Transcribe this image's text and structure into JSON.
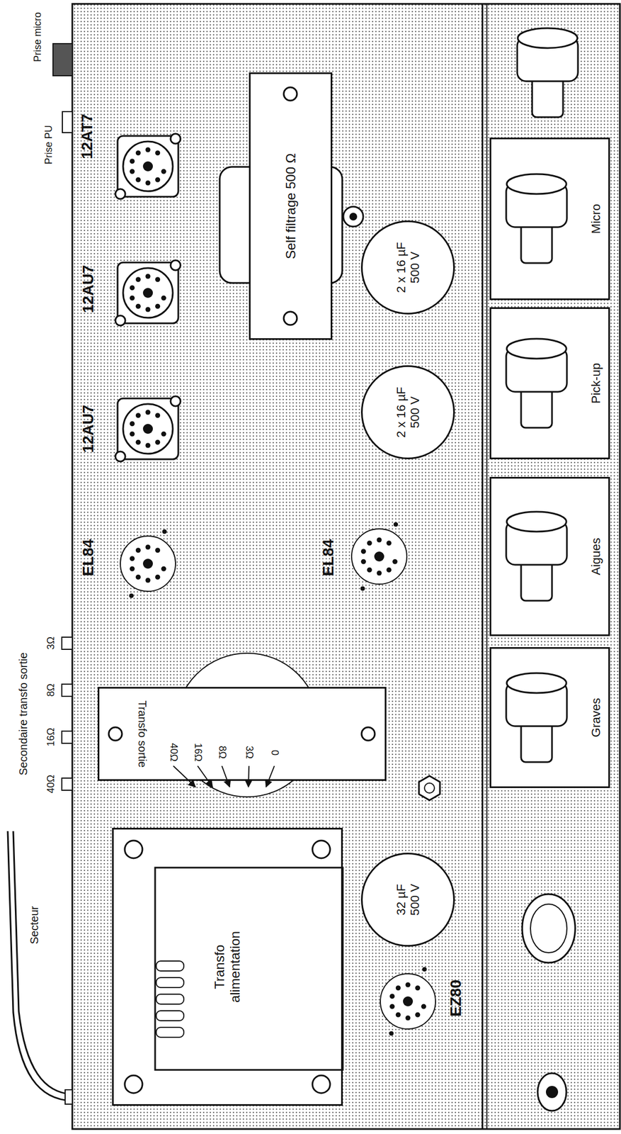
{
  "diagram": {
    "nodes": [
      {
        "text": [
          "Self filtrage 500 Ω"
        ]
      },
      {
        "text": [
          "2 x 16 µF 500 V"
        ]
      },
      {
        "text": [
          "2 x 16 µF 500 V"
        ]
      },
      {
        "text": [
          "Transfo sortie"
        ]
      },
      {
        "text": [
          "32 µF 500 V"
        ]
      },
      {
        "text": [
          "Transfo alimentation"
        ]
      },
      {
        "text": [
          "Micro"
        ]
      },
      {
        "text": [
          "Pick-up"
        ]
      },
      {
        "text": [
          "Aigues"
        ]
      },
      {
        "text": [
          "Graves"
        ]
      }
    ],
    "labels": [
      "Prise micro",
      "Prise PU",
      "12AT7",
      "12AU7",
      "12AU7",
      "EL84",
      "EL84",
      "EZ80",
      "Secondaire transfo sortie",
      "40Ω",
      "16Ω",
      "8Ω",
      "3Ω",
      "Secteur",
      "40Ω",
      "16Ω",
      "8Ω",
      "3Ω",
      "0"
    ]
  }
}
